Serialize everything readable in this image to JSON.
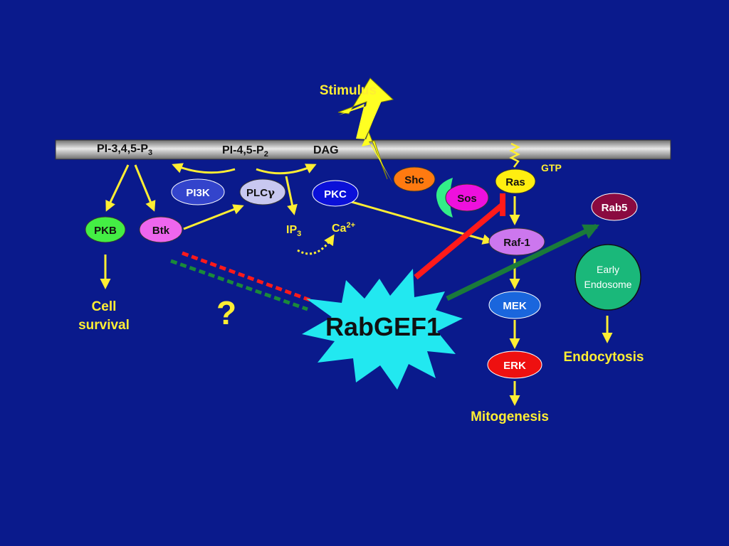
{
  "labels": {
    "stimulus": "Stimulus",
    "pi345": "PI-3,4,5-P",
    "pi345_sub": "3",
    "pi45": "PI-4,5-P",
    "pi45_sub": "2",
    "dag": "DAG",
    "ip3": "IP",
    "ip3_sub": "3",
    "ca": "Ca",
    "ca_sup": "2+",
    "gtp": "GTP",
    "cell_survival_1": "Cell",
    "cell_survival_2": "survival",
    "question": "?",
    "mitogenesis": "Mitogenesis",
    "endocytosis": "Endocytosis",
    "early_endosome_1": "Early",
    "early_endosome_2": "Endosome",
    "rabgef1": "RabGEF1"
  },
  "nodes": {
    "pi3k": "PI3K",
    "plc": "PLC",
    "plc_greek": "γ",
    "pkc": "PKC",
    "shc": "Shc",
    "sos": "Sos",
    "ras": "Ras",
    "rab5": "Rab5",
    "pkb": "PKB",
    "btk": "Btk",
    "raf1": "Raf-1",
    "mek": "MEK",
    "erk": "ERK"
  },
  "colors": {
    "background": "#0a1a8c",
    "arrow_yellow": "#ffee33",
    "inhibit_red": "#ff1a1a",
    "activate_green": "#1a7a3a",
    "rabgef1_fill": "#22e8f0",
    "pi3k": "#3344cc",
    "plc": "#c8c8f0",
    "pkc": "#0a10d8",
    "shc": "#ff7a10",
    "sos": "#ee10dd",
    "ras": "#ffee10",
    "rab5": "#8a0a40",
    "pkb": "#44ee44",
    "btk": "#ee66ee",
    "raf1": "#cc77ee",
    "mek": "#1a66dd",
    "erk": "#ee1010",
    "early_endosome": "#1ab87a"
  }
}
